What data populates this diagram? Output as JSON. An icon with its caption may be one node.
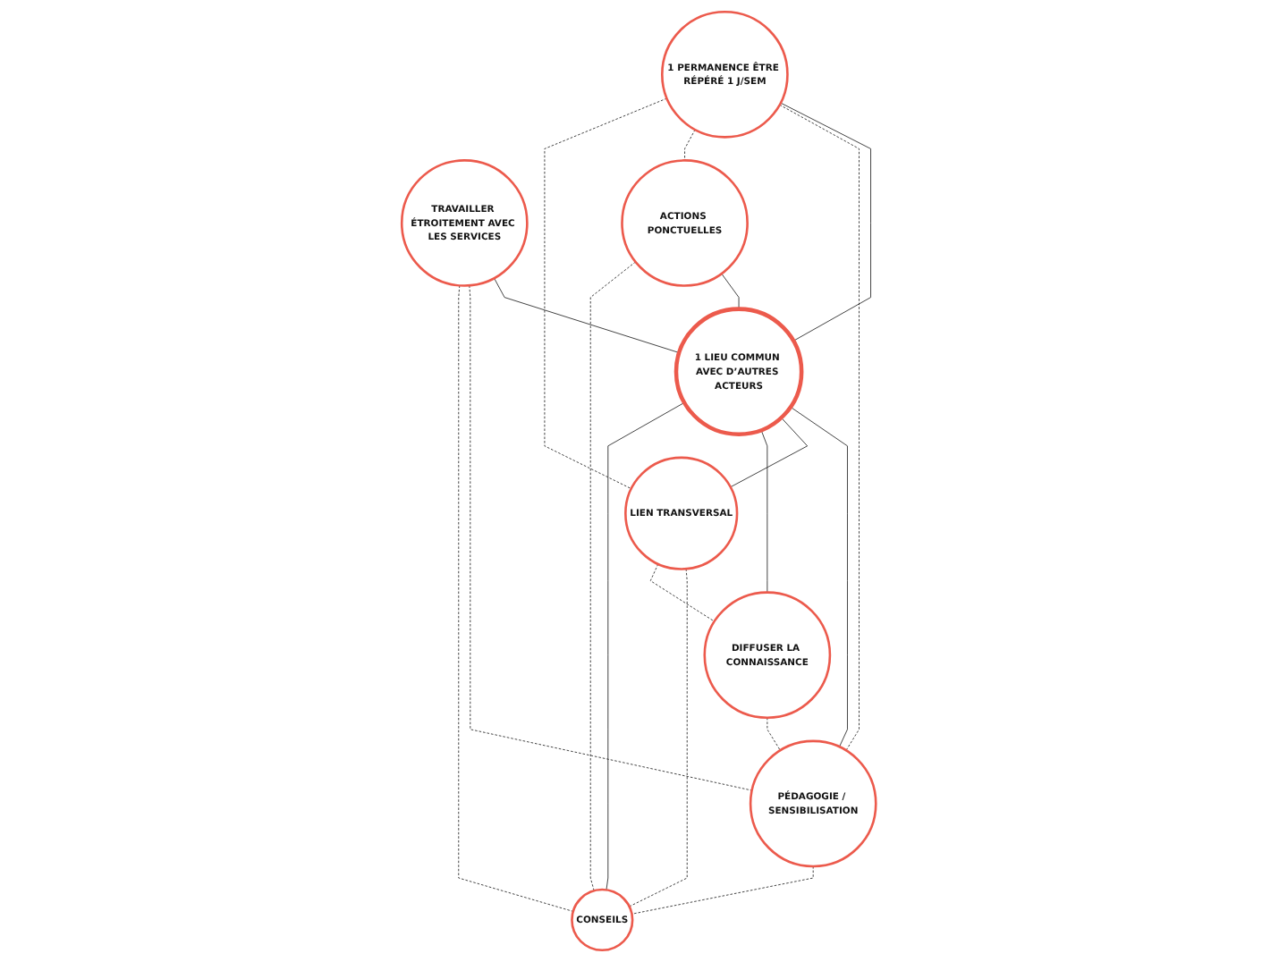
{
  "diagram": {
    "nodes": [
      {
        "text": [
          "1 PERMANENCE ÊTRE RÉPÉRÉ 1 J/SEM"
        ]
      },
      {
        "text": [
          "TRAVAILLER ÉTROITEMENT AVEC LES SERVICES"
        ]
      },
      {
        "text": [
          "1 LIEU COMMUN AVEC D’AUTRES ACTEURS"
        ]
      },
      {
        "text": [
          "PÉDAGOGIE / SENSIBILISATION"
        ]
      },
      {
        "text": [
          "ACTIONS PONCTUELLES"
        ]
      },
      {
        "text": [
          "LIEN TRANSVERSAL"
        ]
      },
      {
        "text": [
          "DIFFUSER LA CONNAISSANCE"
        ]
      },
      {
        "text": [
          "CONSEILS"
        ]
      }
    ],
    "edges": [
      {
        "from": 0,
        "to": 2,
        "arrow": "none"
      },
      {
        "from": 1,
        "to": 2,
        "arrow": "none"
      },
      {
        "from": 2,
        "to": 3,
        "arrow": "none"
      },
      {
        "from": 4,
        "to": 2,
        "arrow": "none"
      },
      {
        "from": 2,
        "to": 5,
        "arrow": "none"
      },
      {
        "from": 2,
        "to": 6,
        "arrow": "none"
      },
      {
        "from": 2,
        "to": 7,
        "arrow": "none"
      },
      {
        "from": 0,
        "to": 3,
        "arrow": "none",
        "style": "dashed"
      },
      {
        "from": 0,
        "to": 4,
        "arrow": "none",
        "style": "dashed"
      },
      {
        "from": 0,
        "to": 5,
        "arrow": "none",
        "style": "dashed"
      },
      {
        "from": 1,
        "to": 3,
        "arrow": "none",
        "style": "dashed"
      },
      {
        "from": 1,
        "to": 7,
        "arrow": "none",
        "style": "dashed"
      },
      {
        "from": 4,
        "to": 7,
        "arrow": "none",
        "style": "dashed"
      },
      {
        "from": 5,
        "to": 7,
        "arrow": "none",
        "style": "dashed"
      },
      {
        "from": 5,
        "to": 6,
        "arrow": "none",
        "style": "dashed"
      },
      {
        "from": 6,
        "to": 3,
        "arrow": "none",
        "style": "dashed"
      },
      {
        "from": 3,
        "to": 7,
        "arrow": "none",
        "style": "dashed"
      }
    ]
  }
}
